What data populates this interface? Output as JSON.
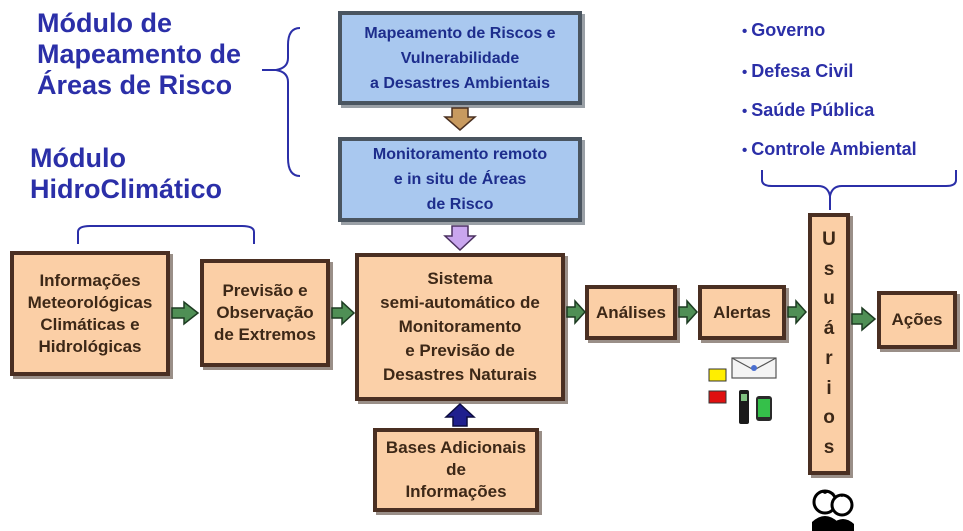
{
  "titles": {
    "mapping_module": [
      "Módulo de",
      "Mapeamento de",
      "Áreas de Risco"
    ],
    "hydro_module": [
      "Módulo",
      "HidroClimático"
    ]
  },
  "boxes": {
    "risk_mapping": [
      "Mapeamento de Riscos e",
      "Vulnerabilidade",
      "a Desastres Ambientais"
    ],
    "remote_monitoring": [
      "Monitoramento remoto",
      "e  in situ de Áreas",
      "de  Risco"
    ],
    "information": [
      "Informações",
      "Meteorológicas",
      "Climáticas e",
      "Hidrológicas"
    ],
    "forecast": [
      "Previsão e",
      "Observação",
      "de Extremos"
    ],
    "system": [
      "Sistema",
      "semi-automático de",
      "Monitoramento",
      "e Previsão de",
      "Desastres  Naturais"
    ],
    "analyses": "Análises",
    "alerts": "Alertas",
    "actions": "Ações",
    "extra_bases": [
      "Bases Adicionais",
      "de",
      "Informações"
    ]
  },
  "users_letters": [
    "U",
    "s",
    "u",
    "á",
    "r",
    "i",
    "o",
    "s"
  ],
  "user_groups": [
    "Governo",
    "Defesa Civil",
    "Saúde Pública",
    "Controle Ambiental"
  ],
  "colors": {
    "title_blue": "#2b2fa8",
    "blue_box": "#a9c8ef",
    "orange_box": "#fbcfa6",
    "flow_arrow": "#4f8f55",
    "down_arrow_tan": "#c89a5f",
    "down_arrow_violet": "#c9a6ee",
    "up_arrow_navy": "#1f1f8e"
  },
  "icons": [
    "envelope-icon",
    "yellow-alert-icon",
    "red-alert-icon",
    "mobile-phone-icon",
    "smartphone-icon",
    "users-icon"
  ]
}
